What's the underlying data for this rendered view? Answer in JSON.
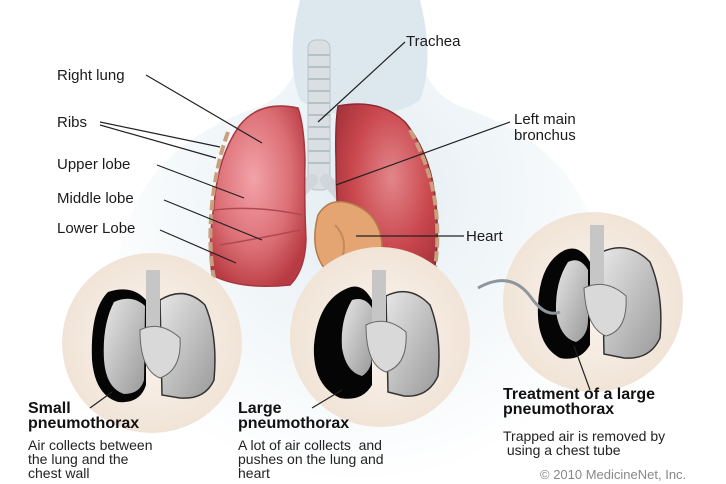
{
  "labels": {
    "trachea": "Trachea",
    "right_lung": "Right lung",
    "ribs": "Ribs",
    "left_main_bronchus": "Left main\nbronchus",
    "upper_lobe": "Upper lobe",
    "middle_lobe": "Middle lobe",
    "lower_lobe": "Lower Lobe",
    "heart": "Heart"
  },
  "panels": [
    {
      "title": "Small\npneumothorax",
      "description": "Air collects between\nthe lung and the\nchest wall"
    },
    {
      "title": "Large\npneumothorax",
      "description": "A lot of air collects  and\npushes on the lung and\nheart"
    },
    {
      "title": "Treatment of a large\npneumothorax",
      "description": "Trapped air is removed by\n using a chest tube"
    }
  ],
  "copyright": "© 2010 MedicineNet, Inc.",
  "colors": {
    "lung_red": "#c9474d",
    "lung_pink": "#e07f86",
    "heart": "#e4a573",
    "trachea": "#d9dfe2",
    "body_silhouette": "#d5e3ea",
    "panel_circle": "#f5ece2",
    "collapsed_air": "#050505"
  }
}
